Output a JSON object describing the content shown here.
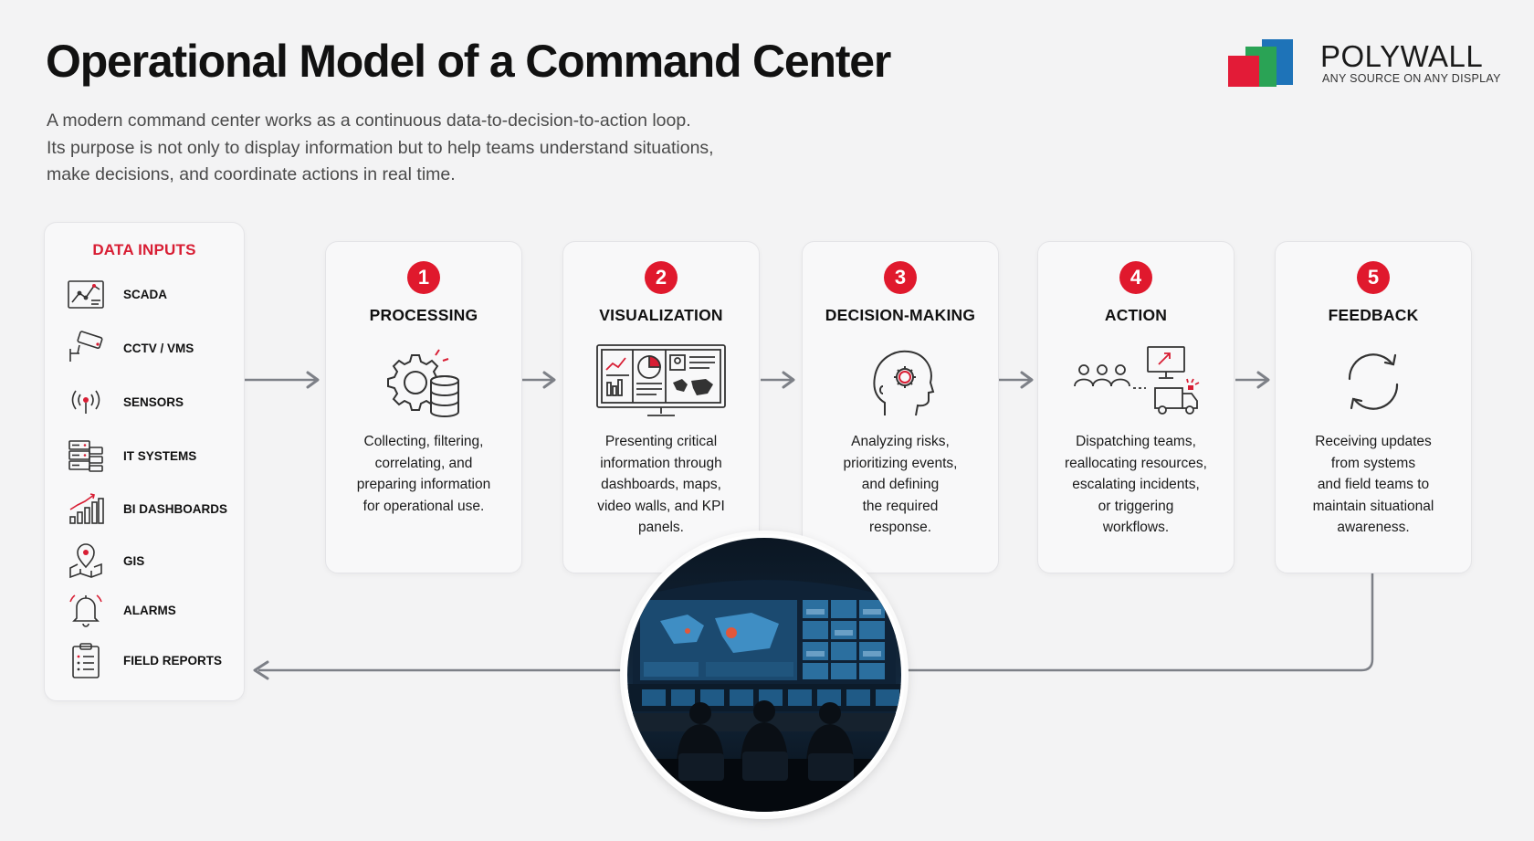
{
  "title": "Operational Model of a Command Center",
  "subtitle_lines": [
    "A modern command center works as a continuous data-to-decision-to-action loop.",
    "Its purpose is not only to display information but to help teams understand situations,",
    "make decisions, and coordinate actions in real time."
  ],
  "logo": {
    "name": "POLYWALL",
    "tagline": "ANY SOURCE ON ANY DISPLAY",
    "colors": [
      "#e31b37",
      "#2aa355",
      "#1e73b8"
    ]
  },
  "data_inputs": {
    "title": "DATA INPUTS",
    "items": [
      {
        "label": "SCADA",
        "icon": "scada-icon"
      },
      {
        "label": "CCTV / VMS",
        "icon": "cctv-camera-icon"
      },
      {
        "label": "SENSORS",
        "icon": "sensor-signal-icon"
      },
      {
        "label": "IT SYSTEMS",
        "icon": "server-rack-icon"
      },
      {
        "label": "BI DASHBOARDS",
        "icon": "bar-chart-icon"
      },
      {
        "label": "GIS",
        "icon": "map-pin-icon"
      },
      {
        "label": "ALARMS",
        "icon": "alarm-bell-icon"
      },
      {
        "label": "FIELD REPORTS",
        "icon": "clipboard-icon"
      }
    ]
  },
  "steps": [
    {
      "number": "1",
      "title": "PROCESSING",
      "icon": "gear-database-icon",
      "description_lines": [
        "Collecting, filtering,",
        "correlating, and",
        "preparing information",
        "for operational use."
      ]
    },
    {
      "number": "2",
      "title": "VISUALIZATION",
      "icon": "dashboard-monitor-icon",
      "description_lines": [
        "Presenting critical",
        "information through",
        "dashboards, maps,",
        "video walls, and KPI",
        "panels."
      ]
    },
    {
      "number": "3",
      "title": "DECISION-MAKING",
      "icon": "head-gear-icon",
      "description_lines": [
        "Analyzing risks,",
        "prioritizing events,",
        "and defining",
        "the required",
        "response."
      ]
    },
    {
      "number": "4",
      "title": "ACTION",
      "icon": "team-dispatch-icon",
      "description_lines": [
        "Dispatching teams,",
        "reallocating resources,",
        "escalating incidents,",
        "or triggering",
        "workflows."
      ]
    },
    {
      "number": "5",
      "title": "FEEDBACK",
      "icon": "refresh-cycle-icon",
      "description_lines": [
        "Receiving updates",
        "from systems",
        "and field teams to",
        "maintain situational",
        "awareness."
      ]
    }
  ],
  "accent_color": "#e0192d"
}
